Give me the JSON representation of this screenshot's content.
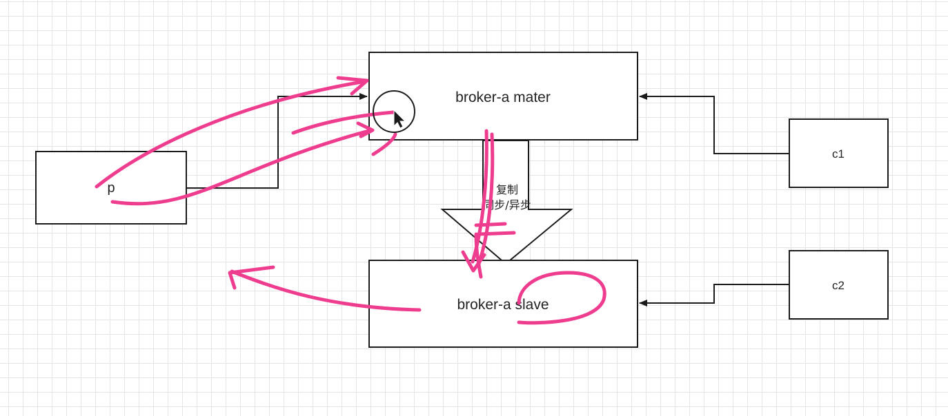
{
  "diagram": {
    "nodes": {
      "producer": {
        "label": "p"
      },
      "master": {
        "label": "broker-a mater"
      },
      "slave": {
        "label": "broker-a slave"
      },
      "consumer1": {
        "label": "c1"
      },
      "consumer2": {
        "label": "c2"
      }
    },
    "replication": {
      "label_line1": "复制",
      "label_line2": "同步/异步"
    }
  },
  "colors": {
    "annotation": "#ee3d8f",
    "stroke": "#1a1a1a",
    "grid": "#e4e4e4"
  }
}
